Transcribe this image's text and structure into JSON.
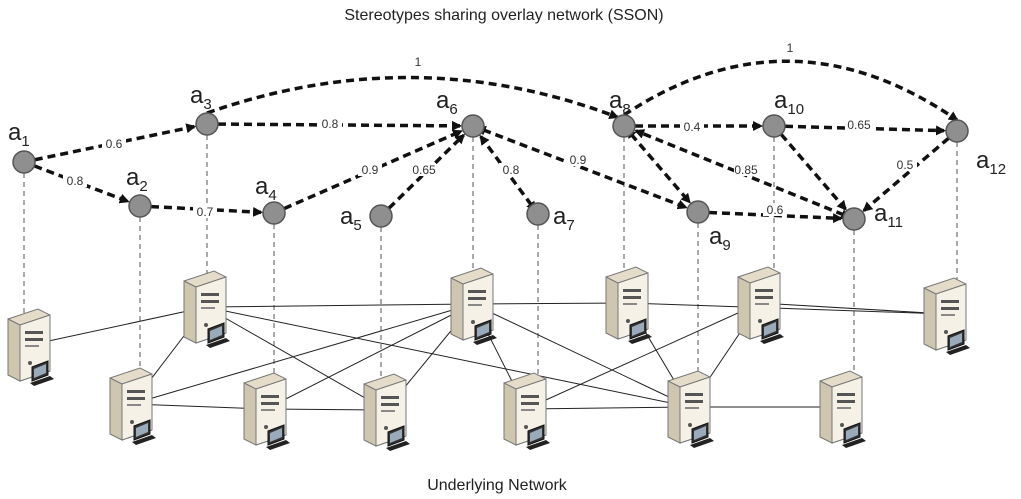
{
  "title": "Stereotypes sharing overlay network (SSON)",
  "footer": "Underlying Network",
  "nodes": [
    {
      "id": "a1",
      "base": "a",
      "sub": "1"
    },
    {
      "id": "a2",
      "base": "a",
      "sub": "2"
    },
    {
      "id": "a3",
      "base": "a",
      "sub": "3"
    },
    {
      "id": "a4",
      "base": "a",
      "sub": "4"
    },
    {
      "id": "a5",
      "base": "a",
      "sub": "5"
    },
    {
      "id": "a6",
      "base": "a",
      "sub": "6"
    },
    {
      "id": "a7",
      "base": "a",
      "sub": "7"
    },
    {
      "id": "a8",
      "base": "a",
      "sub": "8"
    },
    {
      "id": "a9",
      "base": "a",
      "sub": "9"
    },
    {
      "id": "a10",
      "base": "a",
      "sub": "10"
    },
    {
      "id": "a11",
      "base": "a",
      "sub": "11"
    },
    {
      "id": "a12",
      "base": "a",
      "sub": "12"
    }
  ],
  "edges": [
    {
      "from": "a1",
      "to": "a3",
      "weight": "0.6"
    },
    {
      "from": "a1",
      "to": "a2",
      "weight": "0.8"
    },
    {
      "from": "a2",
      "to": "a4",
      "weight": "0.7"
    },
    {
      "from": "a3",
      "to": "a6",
      "weight": "0.8"
    },
    {
      "from": "a3",
      "to": "a8",
      "weight": "1"
    },
    {
      "from": "a4",
      "to": "a6",
      "weight": "0.9"
    },
    {
      "from": "a5",
      "to": "a6",
      "weight": "0.65"
    },
    {
      "from": "a7",
      "to": "a6",
      "weight": "0.8"
    },
    {
      "from": "a6",
      "to": "a9",
      "weight": "0.9"
    },
    {
      "from": "a8",
      "to": "a10",
      "weight": "0.4"
    },
    {
      "from": "a8",
      "to": "a12",
      "weight": "1"
    },
    {
      "from": "a10",
      "to": "a12",
      "weight": "0.65"
    },
    {
      "from": "a11",
      "to": "a8",
      "weight": "0.85"
    },
    {
      "from": "a9",
      "to": "a11",
      "weight": "0.6"
    },
    {
      "from": "a12",
      "to": "a11",
      "weight": "0.5"
    },
    {
      "from": "a10",
      "to": "a11",
      "weight": ""
    },
    {
      "from": "a8",
      "to": "a9",
      "weight": ""
    }
  ],
  "servers": [
    {
      "id": "s1"
    },
    {
      "id": "s2"
    },
    {
      "id": "s3"
    },
    {
      "id": "s4"
    },
    {
      "id": "s5"
    },
    {
      "id": "s6"
    },
    {
      "id": "s7"
    },
    {
      "id": "s8"
    },
    {
      "id": "s9"
    },
    {
      "id": "s10"
    },
    {
      "id": "s11"
    },
    {
      "id": "s12"
    }
  ],
  "links": [
    [
      "s1",
      "s3"
    ],
    [
      "s3",
      "s6"
    ],
    [
      "s3",
      "s2"
    ],
    [
      "s3",
      "s9"
    ],
    [
      "s3",
      "s5"
    ],
    [
      "s2",
      "s4"
    ],
    [
      "s2",
      "s6"
    ],
    [
      "s4",
      "s5"
    ],
    [
      "s6",
      "s4"
    ],
    [
      "s6",
      "s7"
    ],
    [
      "s6",
      "s8"
    ],
    [
      "s6",
      "s9"
    ],
    [
      "s5",
      "s6"
    ],
    [
      "s8",
      "s9"
    ],
    [
      "s8",
      "s12"
    ],
    [
      "s10",
      "s7"
    ],
    [
      "s10",
      "s9"
    ],
    [
      "s9",
      "s11"
    ],
    [
      "s10",
      "s12"
    ],
    [
      "s7",
      "s9"
    ]
  ]
}
